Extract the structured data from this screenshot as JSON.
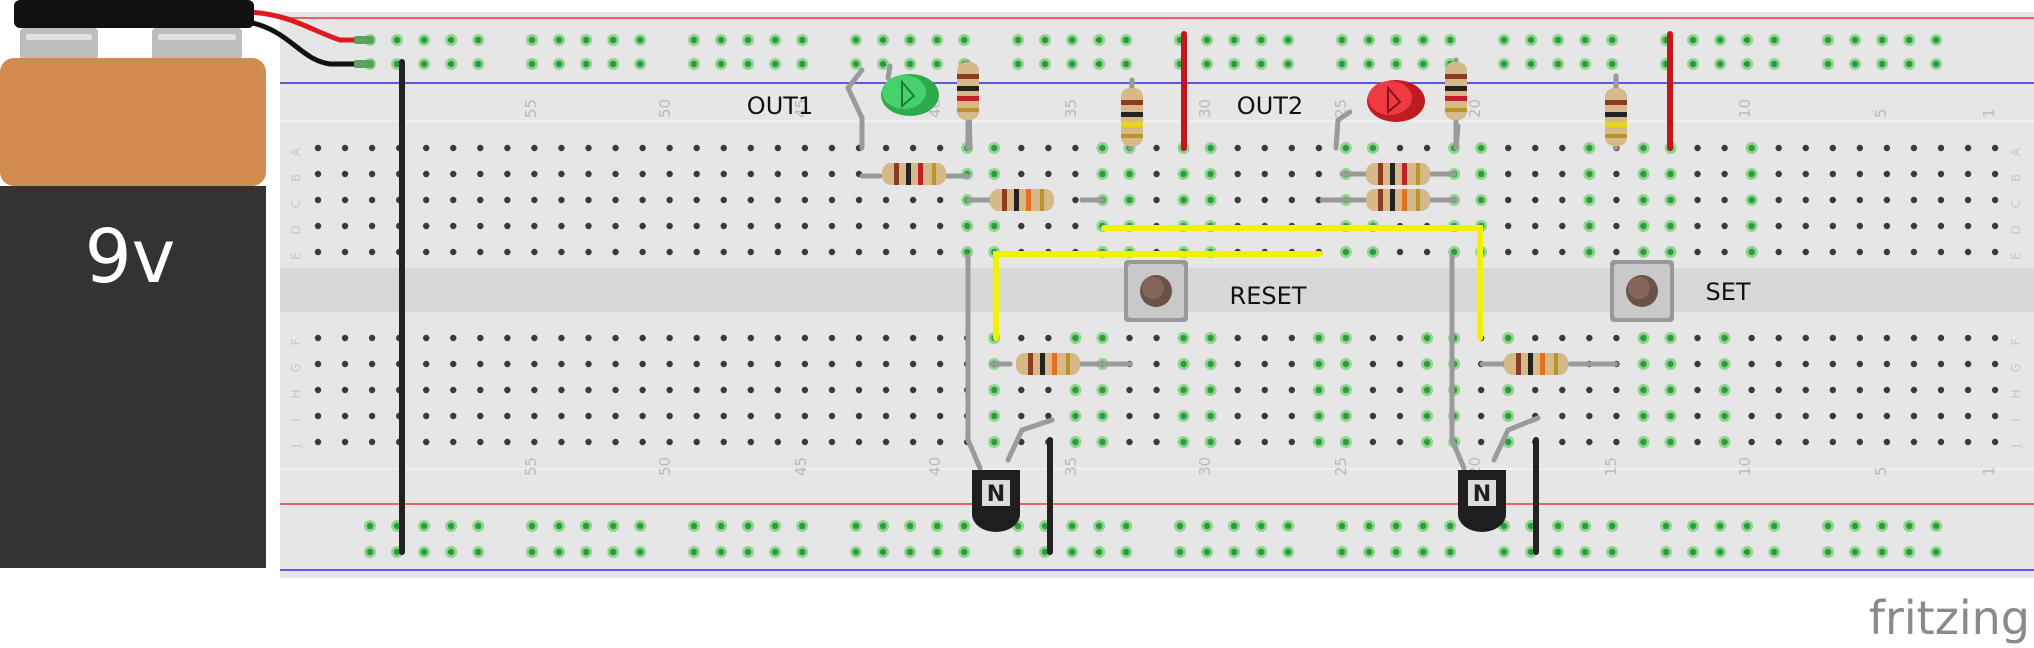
{
  "battery": {
    "voltage_label": "9v"
  },
  "labels": {
    "out1": "OUT1",
    "out2": "OUT2",
    "reset": "RESET",
    "set": "SET"
  },
  "logo": "fritzing",
  "breadboard": {
    "column_numbers": [
      "55",
      "50",
      "45",
      "40",
      "35",
      "30",
      "25",
      "20",
      "15",
      "10",
      "5",
      "1"
    ],
    "row_letters_top": [
      "A",
      "B",
      "C",
      "D",
      "E"
    ],
    "row_letters_bottom": [
      "F",
      "G",
      "H",
      "I",
      "J"
    ]
  },
  "components": {
    "leds": [
      {
        "name": "OUT1",
        "color": "green"
      },
      {
        "name": "OUT2",
        "color": "red"
      }
    ],
    "transistors": [
      {
        "marking": "N"
      },
      {
        "marking": "N"
      }
    ],
    "pushbuttons": [
      {
        "name": "RESET"
      },
      {
        "name": "SET"
      }
    ]
  },
  "colors": {
    "battery_top": "#d18b4f",
    "battery_body": "#333333",
    "rail_red": "#e53935",
    "rail_blue": "#2b2bd6",
    "jumper_yellow": "#f2f200",
    "jumper_red": "#c0161c",
    "jumper_black": "#222222",
    "wire_gray": "#9a9a9a",
    "led_green": "#3ec25b",
    "led_red": "#e8242c"
  }
}
